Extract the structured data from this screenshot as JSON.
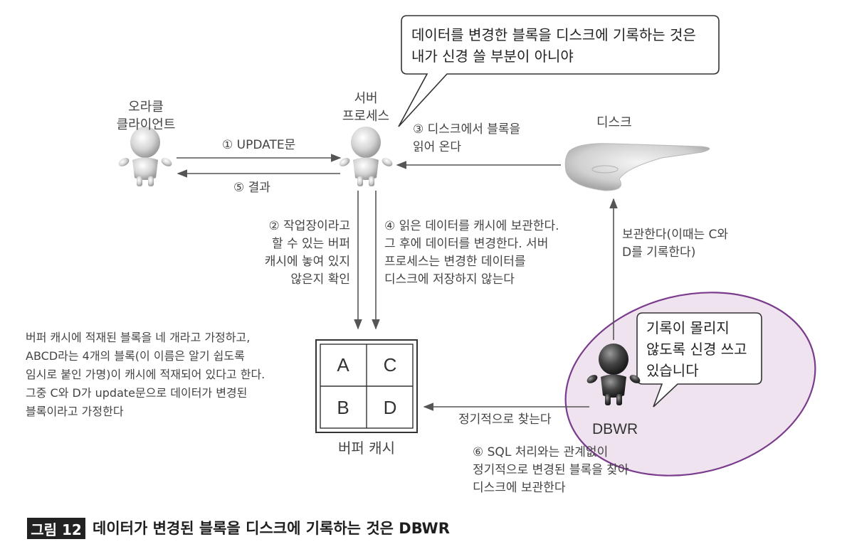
{
  "actors": {
    "client": {
      "line1": "오라클",
      "line2": "클라이언트"
    },
    "server": {
      "line1": "서버",
      "line2": "프로세스"
    },
    "disk": {
      "label": "디스크"
    },
    "dbwr": {
      "label": "DBWR"
    }
  },
  "speech": {
    "server_line1": "데이터를 변경한 블록을 디스크에 기록하는 것은",
    "server_line2": "내가 신경 쓸 부분이 아니야",
    "dbwr_line1": "기록이 몰리지",
    "dbwr_line2": "않도록 신경 쓰고",
    "dbwr_line3": "있습니다"
  },
  "steps": {
    "s1": "① UPDATE문",
    "s5": "⑤ 결과",
    "s3_line1": "③ 디스크에서 블록을",
    "s3_line2": "읽어 온다",
    "s2_line1": "② 작업장이라고",
    "s2_line2": "할 수 있는 버퍼",
    "s2_line3": "캐시에 놓여 있지",
    "s2_line4": "않은지 확인",
    "s4_line1": "④ 읽은 데이터를 캐시에 보관한다.",
    "s4_line2": "그 후에 데이터를 변경한다. 서버",
    "s4_line3": "프로세스는 변경한 데이터를",
    "s4_line4": "디스크에 저장하지 않는다",
    "store_line1": "보관한다(이때는 C와",
    "store_line2": "D를 기록한다)",
    "periodic": "정기적으로 찾는다",
    "s6_line1": "⑥ SQL 처리와는 관계없이",
    "s6_line2": "정기적으로 변경된 블록을 찾아",
    "s6_line3": "디스크에 보관한다"
  },
  "note": {
    "line1": "버퍼 캐시에 적재된 블록을 네 개라고 가정하고,",
    "line2": "ABCD라는 4개의 블록(이 이름은 알기 쉽도록",
    "line3": "임시로 붙인 가명)이 캐시에 적재되어 있다고 한다.",
    "line4": "그중 C와 D가 update문으로 데이터가 변경된",
    "line5": "블록이라고 가정한다"
  },
  "buffer_cache": {
    "label": "버퍼 캐시",
    "blocks": [
      "A",
      "C",
      "B",
      "D"
    ]
  },
  "caption": {
    "badge": "그림 12",
    "text": "데이터가 변경된 블록을 디스크에 기록하는 것은 DBWR"
  },
  "colors": {
    "highlight_fill": "#efe3ef",
    "highlight_stroke": "#7a3b8c",
    "arrow": "#555555",
    "figure_light": "#c8c8c8",
    "figure_dark": "#4a4a4a"
  }
}
